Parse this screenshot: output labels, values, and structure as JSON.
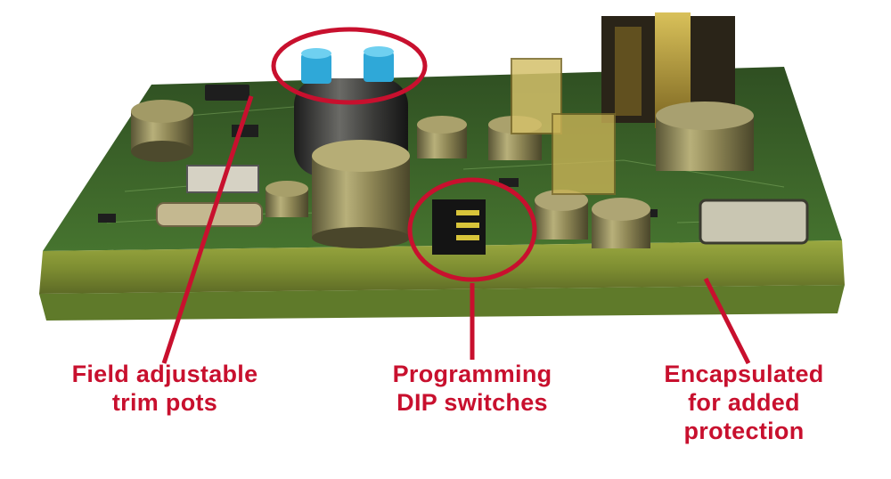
{
  "colors": {
    "accent": "#c8102e",
    "board_green": "#3f6b2e",
    "encapsulant": "#8a9a3a",
    "trim_pot_blue": "#2fa8d8"
  },
  "callouts": [
    {
      "id": "trim",
      "lines": [
        "Field adjustable",
        "trim pots"
      ]
    },
    {
      "id": "dip",
      "lines": [
        "Programming",
        "DIP switches"
      ]
    },
    {
      "id": "enc",
      "lines": [
        "Encapsulated",
        "for added",
        "protection"
      ]
    }
  ]
}
